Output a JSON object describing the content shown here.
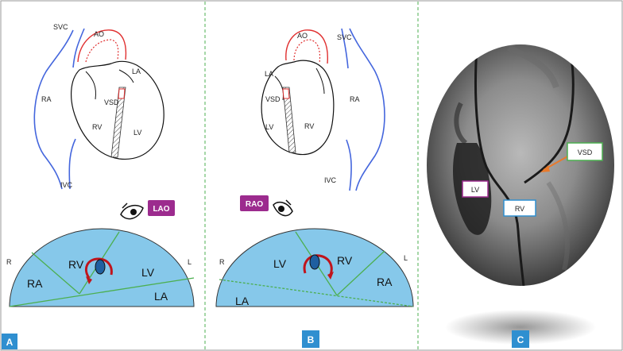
{
  "panels": {
    "a": {
      "letter": "A",
      "labels": {
        "svc": "SVC",
        "ao": "AO",
        "la": "LA",
        "ra": "RA",
        "vsd": "VSD",
        "rv": "RV",
        "lv": "LV",
        "ivc": "IVC"
      },
      "view_badge": "LAO",
      "dome": {
        "left_side": "R",
        "right_side": "L",
        "rv": "RV",
        "lv": "LV",
        "ra": "RA",
        "la": "LA"
      }
    },
    "b": {
      "letter": "B",
      "labels": {
        "svc": "SVC",
        "ao": "AO",
        "la": "LA",
        "ra": "RA",
        "vsd": "VSD",
        "rv": "RV",
        "lv": "LV",
        "ivc": "IVC"
      },
      "view_badge": "RAO",
      "dome": {
        "left_side": "R",
        "right_side": "L",
        "lv": "LV",
        "rv": "RV",
        "ra": "RA",
        "la": "LA"
      }
    },
    "c": {
      "letter": "C",
      "callouts": {
        "lv": "LV",
        "rv": "RV",
        "vsd": "VSD"
      }
    }
  },
  "colors": {
    "vessel_blue": "#4466dd",
    "aorta_red": "#e03030",
    "dome_fill": "#86c8ea",
    "septum_green": "#4caf50",
    "badge_purple": "#9c2b8e",
    "letter_box_blue": "#2f8fd0",
    "divider_green": "#4caf50",
    "arrow_red": "#c0141c",
    "callout_arrow_orange": "#e87a2c"
  }
}
